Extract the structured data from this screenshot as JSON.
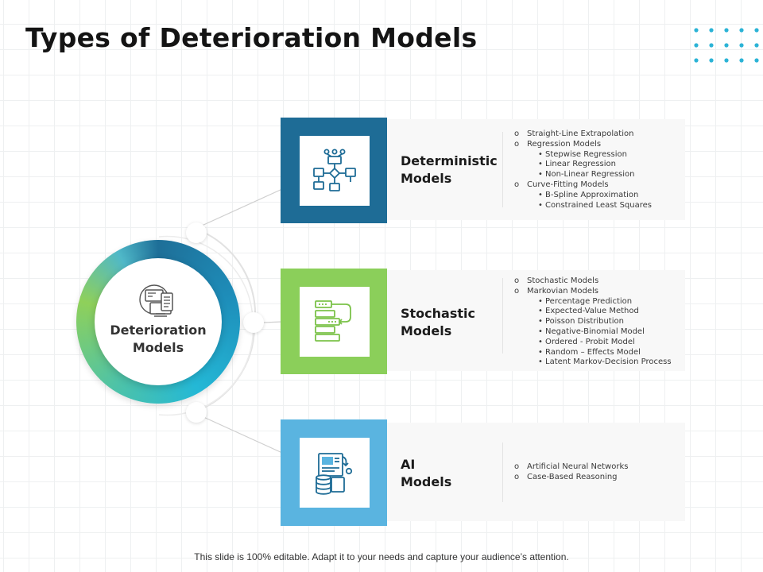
{
  "title": "Types of Deterioration Models",
  "hub": {
    "label_line1": "Deterioration",
    "label_line2": "Models",
    "icon": "computer-documents-icon"
  },
  "models": [
    {
      "label_line1": "Deterministic",
      "label_line2": "Models",
      "color": "#1e6c96",
      "icon": "flowchart-icon",
      "items": [
        {
          "level": 1,
          "bullet": "o",
          "text": "Straight-Line Extrapolation"
        },
        {
          "level": 1,
          "bullet": "o",
          "text": "Regression Models"
        },
        {
          "level": 2,
          "bullet": "•",
          "text": "Stepwise Regression"
        },
        {
          "level": 2,
          "bullet": "•",
          "text": "Linear Regression"
        },
        {
          "level": 2,
          "bullet": "•",
          "text": "Non-Linear Regression"
        },
        {
          "level": 1,
          "bullet": "o",
          "text": "Curve-Fitting Models"
        },
        {
          "level": 2,
          "bullet": "•",
          "text": "B-Spline Approximation"
        },
        {
          "level": 2,
          "bullet": "•",
          "text": "Constrained Least Squares"
        }
      ]
    },
    {
      "label_line1": "Stochastic",
      "label_line2": "Models",
      "color": "#8bcf5a",
      "icon": "process-loop-icon",
      "items": [
        {
          "level": 1,
          "bullet": "o",
          "text": "Stochastic Models"
        },
        {
          "level": 1,
          "bullet": "o",
          "text": "Markovian Models"
        },
        {
          "level": 2,
          "bullet": "•",
          "text": "Percentage Prediction"
        },
        {
          "level": 2,
          "bullet": "•",
          "text": "Expected-Value Method"
        },
        {
          "level": 2,
          "bullet": "•",
          "text": "Poisson Distribution"
        },
        {
          "level": 2,
          "bullet": "•",
          "text": "Negative-Binomial Model"
        },
        {
          "level": 2,
          "bullet": "•",
          "text": "Ordered - Probit Model"
        },
        {
          "level": 2,
          "bullet": "•",
          "text": "Random – Effects Model"
        },
        {
          "level": 2,
          "bullet": "•",
          "text": "Latent Markov-Decision Process"
        }
      ]
    },
    {
      "label_line1": "AI",
      "label_line2": "Models",
      "color": "#5ab4e0",
      "icon": "data-document-icon",
      "items": [
        {
          "level": 1,
          "bullet": "o",
          "text": "Artificial Neural Networks"
        },
        {
          "level": 1,
          "bullet": "o",
          "text": "Case-Based Reasoning"
        }
      ]
    }
  ],
  "footer": "This slide is 100% editable. Adapt it to your needs and capture your audience’s attention.",
  "colors": {
    "dots": "#2bb3d6",
    "grid": "#eef0f1"
  }
}
